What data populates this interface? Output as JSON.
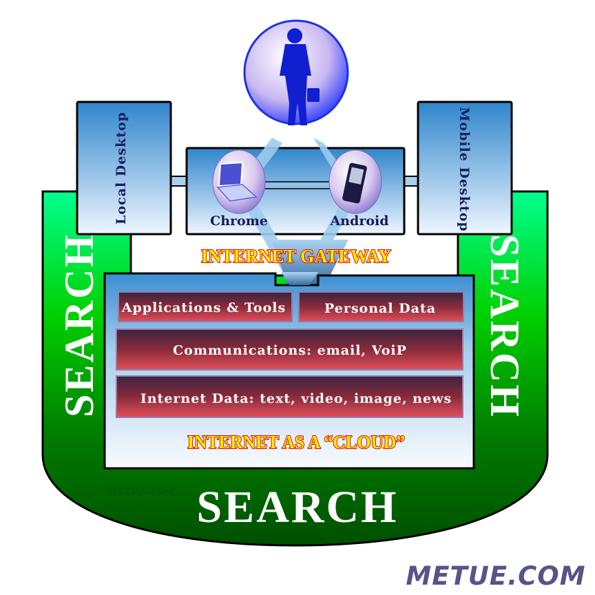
{
  "diagram": {
    "left_box": "Local Desktop",
    "right_box": "Mobile Desktop",
    "devices": [
      {
        "label": "Chrome",
        "icon": "laptop-icon"
      },
      {
        "label": "Android",
        "icon": "phone-icon"
      }
    ],
    "user_icon": "businessman-icon",
    "gateway_label": "INTERNET GATEWAY",
    "cloud_items": {
      "applications": "Applications & Tools",
      "personal": "Personal Data",
      "communications": "Communications: email, VoiP",
      "internet_data": "Internet Data: text, video, image, news"
    },
    "cloud_label": "INTERNET AS A “CLOUD”",
    "search_left": "SEARCH",
    "search_right": "SEARCH",
    "search_bottom": "SEARCH"
  },
  "watermark": "METUE.COM",
  "footer_brand": "METUE.COM",
  "colors": {
    "green": "#00c800",
    "blue_box": "#3a8fd0",
    "red_bar": "#c8323c",
    "brand": "#55558a"
  }
}
